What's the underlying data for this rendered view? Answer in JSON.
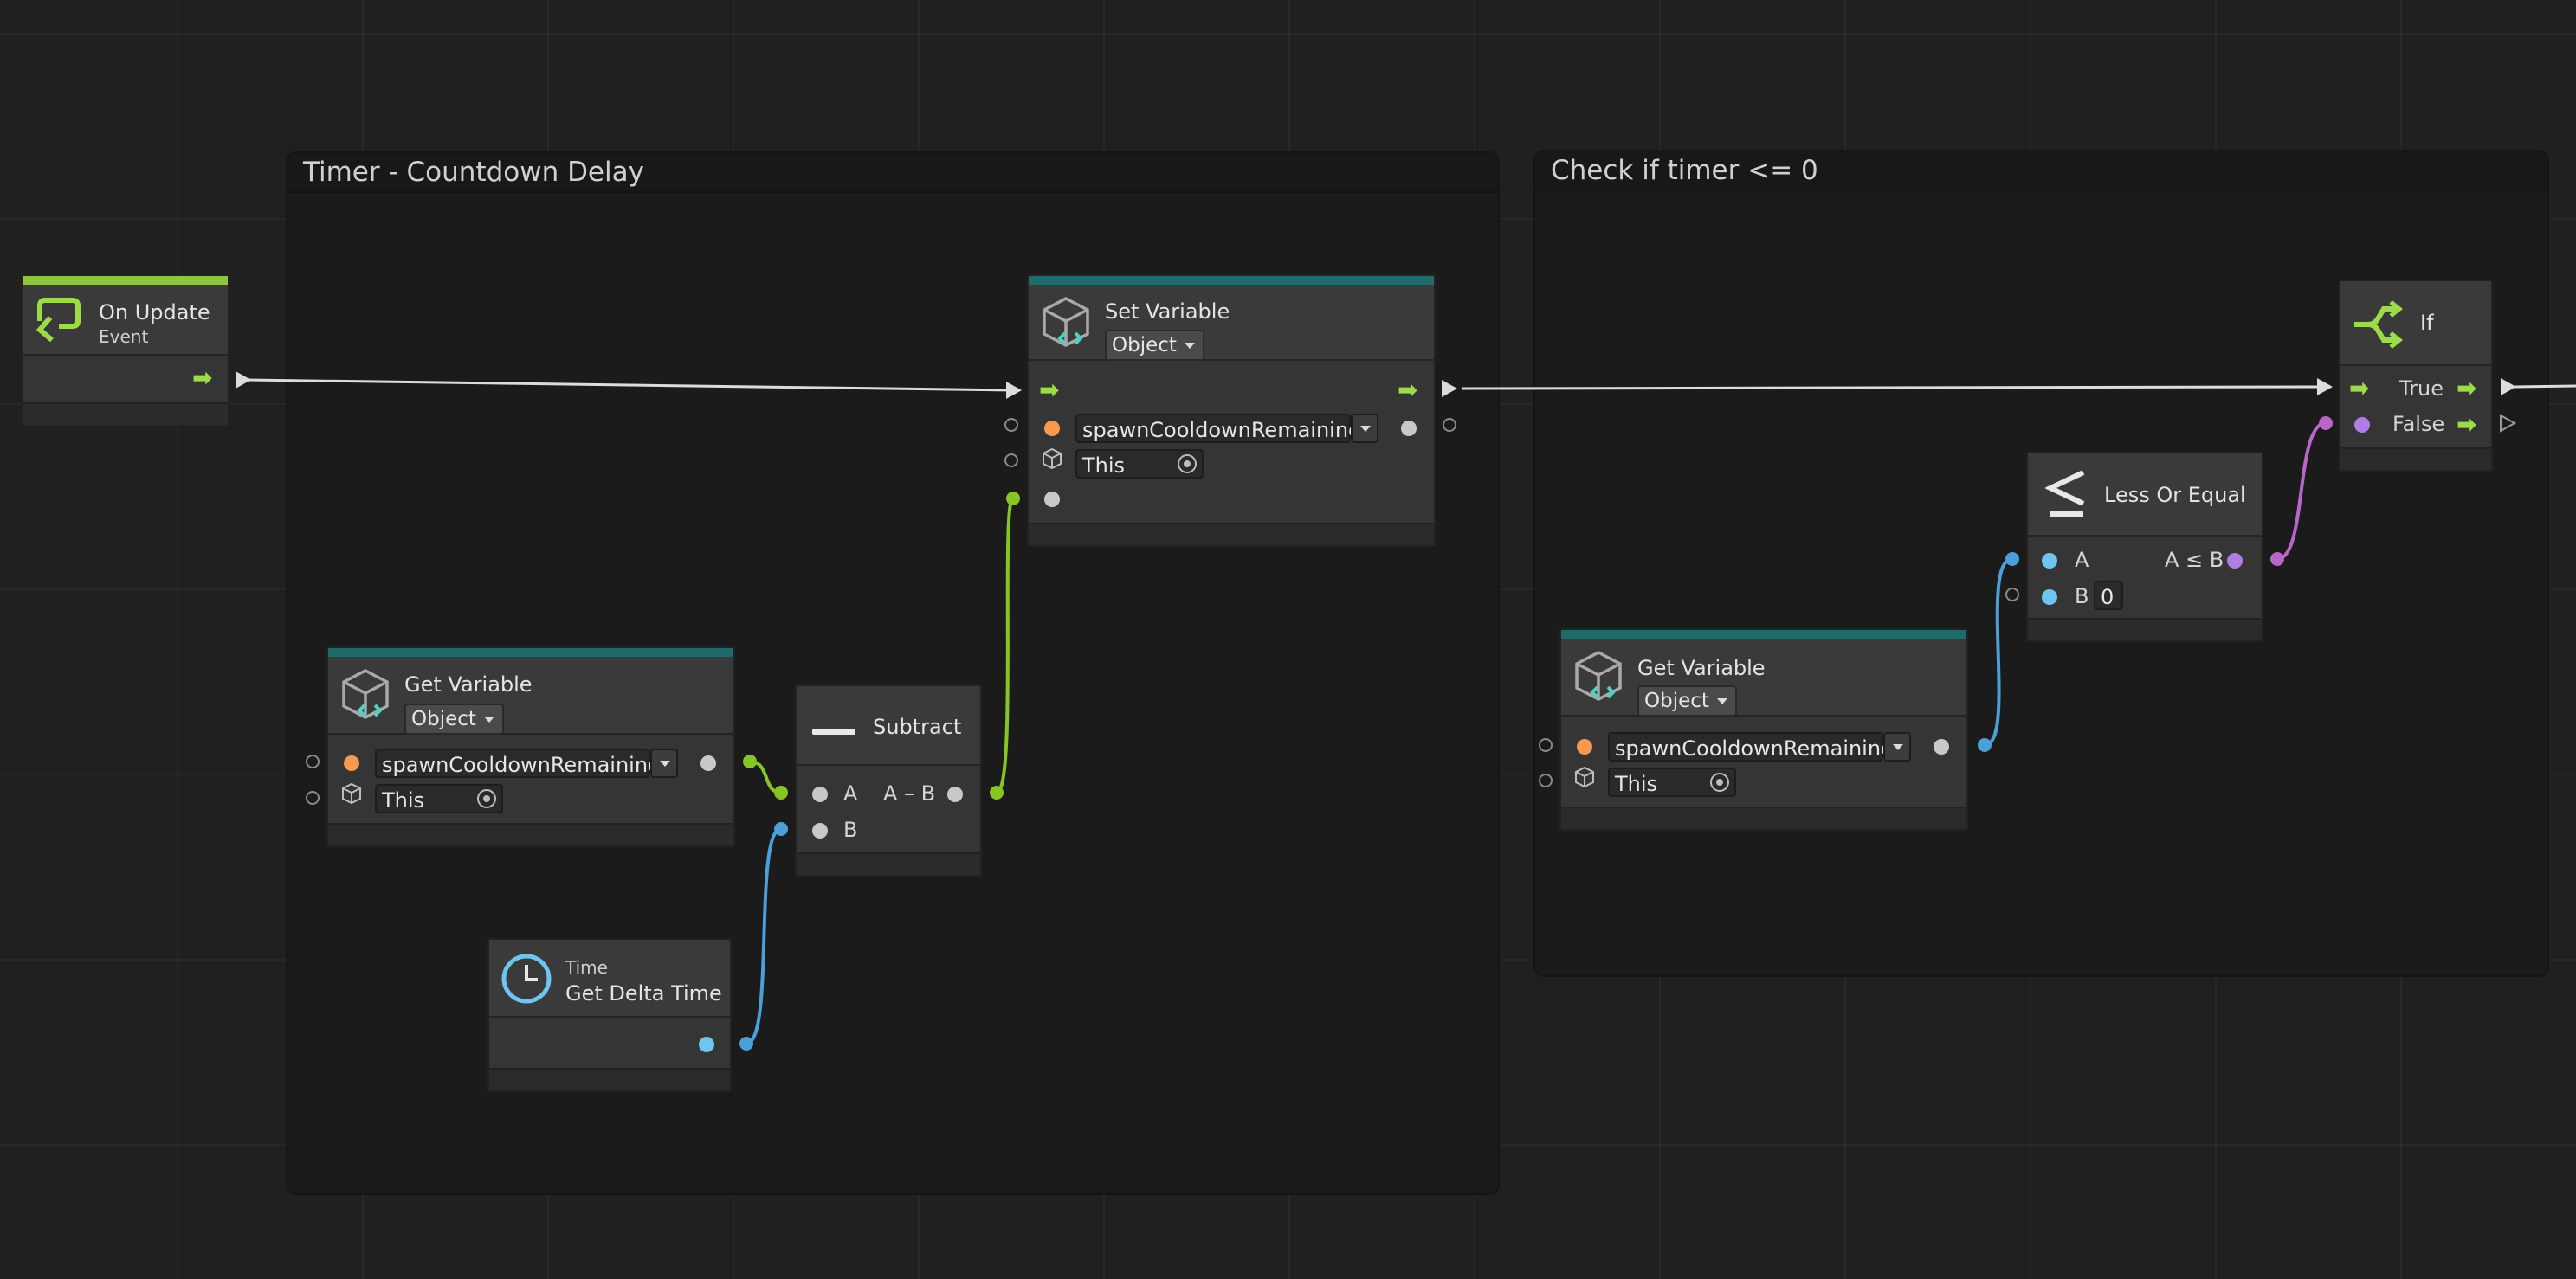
{
  "colors": {
    "event_bar": "#8cc63f",
    "variable_bar": "#1f6b6b",
    "flow_port": "#9bdc48",
    "string_port": "#f79a4f",
    "float_port": "#6cc6f0",
    "bool_port": "#b07de6",
    "generic_port": "#c8c8c8",
    "green_wire": "#86c524",
    "blue_wire": "#4aa0d8",
    "purple_wire": "#b866c8",
    "flow_wire": "#dcdcdc"
  },
  "groups": {
    "timer": {
      "title": "Timer - Countdown Delay"
    },
    "check": {
      "title": "Check if timer <= 0"
    }
  },
  "nodes": {
    "on_update": {
      "title": "On Update",
      "subtitle": "Event",
      "icon": "loop-arrow-icon"
    },
    "set_variable": {
      "title": "Set Variable",
      "scope": "Object",
      "variable_name": "spawnCooldownRemaining",
      "target": "This",
      "icon": "variable-cube-icon"
    },
    "get_variable_1": {
      "title": "Get Variable",
      "scope": "Object",
      "variable_name": "spawnCooldownRemaining",
      "target": "This",
      "icon": "variable-cube-icon"
    },
    "subtract": {
      "title": "Subtract",
      "input_a": "A",
      "input_b": "B",
      "output": "A – B",
      "icon": "minus-icon"
    },
    "get_delta_time": {
      "category": "Time",
      "title": "Get Delta Time",
      "icon": "clock-icon"
    },
    "get_variable_2": {
      "title": "Get Variable",
      "scope": "Object",
      "variable_name": "spawnCooldownRemaining",
      "target": "This",
      "icon": "variable-cube-icon"
    },
    "less_or_equal": {
      "title": "Less Or Equal",
      "input_a": "A",
      "input_b": "B",
      "input_b_value": "0",
      "output": "A ≤ B",
      "icon": "less-equal-icon"
    },
    "if": {
      "title": "If",
      "true_label": "True",
      "false_label": "False",
      "icon": "branch-icon"
    }
  }
}
